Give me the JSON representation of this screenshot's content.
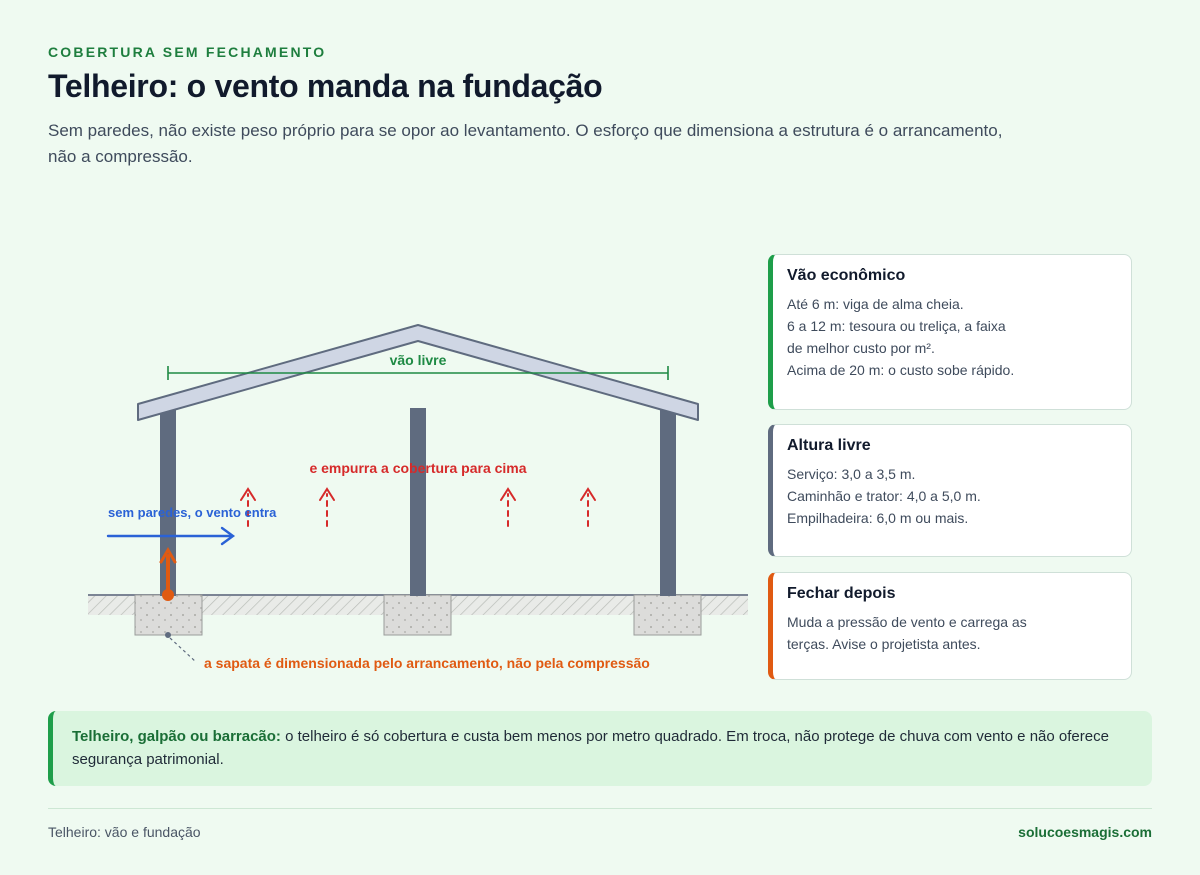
{
  "header": {
    "eyebrow": "COBERTURA SEM FECHAMENTO",
    "title": "Telheiro: o vento manda na fundação",
    "lead": "Sem paredes, não existe peso próprio para se opor ao levantamento. O esforço que dimensiona a estrutura é o arrancamento, não a compressão."
  },
  "diagram": {
    "span_label": "vão livre",
    "uplift_label": "e empurra a cobertura para cima",
    "wind_label": "sem paredes, o vento entra",
    "footing_label": "a sapata é dimensionada pelo arrancamento, não pela compressão",
    "colors": {
      "roof": "#cfd6e4",
      "roof_stroke": "#5f6b7f",
      "column": "#5f6b7f",
      "span": "#1e8a44",
      "uplift": "#d62a2a",
      "wind": "#2a62d6",
      "footing_force": "#e05a12"
    }
  },
  "cards": [
    {
      "title": "Vão econômico",
      "lines": [
        "Até 6 m: viga de alma cheia.",
        "6 a 12 m: tesoura ou treliça, a faixa",
        "de melhor custo por m².",
        "Acima de 20 m: o custo sobe rápido."
      ],
      "accent": "#1e9e4a"
    },
    {
      "title": "Altura livre",
      "lines": [
        "Serviço: 3,0 a 3,5 m.",
        "Caminhão e trator: 4,0 a 5,0 m.",
        "Empilhadeira: 6,0 m ou mais."
      ],
      "accent": "#5f6b7f"
    },
    {
      "title": "Fechar depois",
      "lines": [
        "Muda a pressão de vento e carrega as",
        "terças. Avise o projetista antes."
      ],
      "accent": "#e05a12"
    }
  ],
  "note": {
    "strong": "Telheiro, galpão ou barracão:",
    "text": " o telheiro é só cobertura e custa bem menos por metro quadrado. Em troca, não protege de chuva com vento e não oferece segurança patrimonial."
  },
  "footer": {
    "left": "Telheiro: vão e fundação",
    "right": "solucoesmagis.com"
  }
}
